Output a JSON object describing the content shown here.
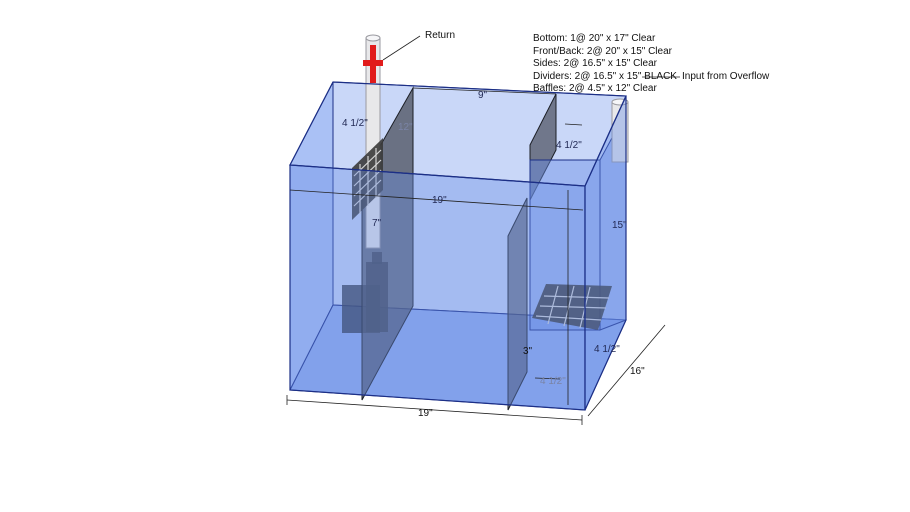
{
  "colors": {
    "glass": "#6a8fe6",
    "glass_edge": "#1c2f86",
    "divider": "#4a4f5c",
    "pipe": "#e8e8ea",
    "valve": "#e11b1b",
    "baffle_mesh": "#3a3a3a",
    "dimension_line": "#222222"
  },
  "callouts": {
    "return": "Return",
    "input": "Input from Overflow"
  },
  "cut_list": [
    "Bottom: 1@ 20\" x 17\" Clear",
    "Front/Back: 2@ 20\" x 15\" Clear",
    "Sides: 2@ 16.5\" x 15\" Clear",
    "Dividers: 2@ 16.5\" x 15\" BLACK",
    "Baffles: 2@ 4.5\" x 12\" Clear"
  ],
  "dimensions": {
    "front_width": "19\"",
    "inner_width": "19\"",
    "depth": "16\"",
    "chamber_width": "9\"",
    "left_offset": "4 1/2\"",
    "right_offset": "4 1/2\"",
    "height": "15\"",
    "left_chamber_height": "12\"",
    "left_baffle_height": "7\"",
    "baffle_gap": "3\"",
    "bottom_offset": "4 1/2\"",
    "right_low_offset": "4 1/2\""
  }
}
